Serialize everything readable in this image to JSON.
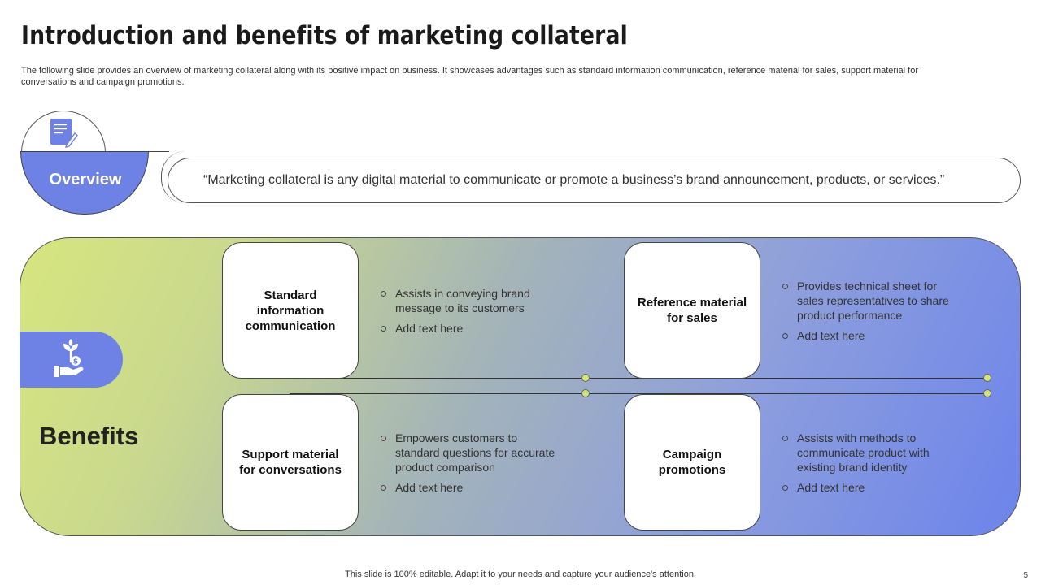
{
  "slide": {
    "title": "Introduction and benefits of marketing collateral",
    "subtitle": "The following slide provides an overview of marketing collateral along with its positive impact on business. It showcases advantages such as standard information communication, reference material for sales, support material for conversations and campaign promotions.",
    "footer": "This slide is 100% editable. Adapt it to your needs and capture your audience's attention.",
    "page_number": "5"
  },
  "overview": {
    "label": "Overview",
    "icon": "document-pen-icon",
    "quote": "“Marketing collateral is any digital material to communicate or promote a business’s brand announcement,  products, or services.”"
  },
  "benefits": {
    "label": "Benefits",
    "icon": "hand-plant-money-icon",
    "items": [
      {
        "title": "Standard information communication",
        "bullets": [
          "Assists in conveying brand message to its customers",
          "Add text here"
        ]
      },
      {
        "title": "Reference material for sales",
        "bullets": [
          "Provides technical sheet for sales representatives to share product performance",
          "Add text here"
        ]
      },
      {
        "title": "Support material for conversations",
        "bullets": [
          "Empowers customers to standard questions for accurate product comparison",
          "Add text here"
        ]
      },
      {
        "title": "Campaign promotions",
        "bullets": [
          "Assists with methods to communicate product with existing brand identity",
          "Add text here"
        ]
      }
    ]
  },
  "colors": {
    "accent_blue": "#6e82e6",
    "accent_green": "#d7e67e"
  }
}
